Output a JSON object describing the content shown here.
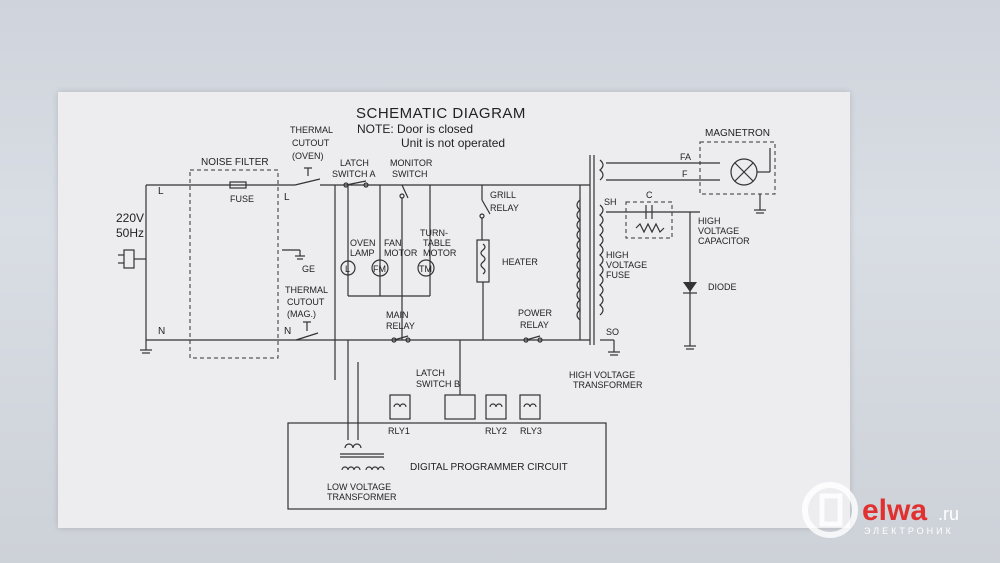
{
  "title": "SCHEMATIC  DIAGRAM",
  "note_line1": "NOTE: Door is closed",
  "note_line2": "Unit is not operated",
  "supply": {
    "voltage": "220V",
    "frequency": "50Hz",
    "line": "L",
    "neutral": "N"
  },
  "noise_filter": {
    "label": "NOISE FILTER",
    "fuse": "FUSE",
    "ground": "GE",
    "out_l": "L",
    "out_n": "N"
  },
  "thermal_cutout_oven": [
    "THERMAL",
    "CUTOUT",
    "(OVEN)"
  ],
  "thermal_cutout_mag": [
    "THERMAL",
    "CUTOUT",
    "(MAG.)"
  ],
  "latch_switch_a": [
    "LATCH",
    "SWITCH A"
  ],
  "monitor_switch": [
    "MONITOR",
    "SWITCH"
  ],
  "oven_lamp": {
    "label": [
      "OVEN",
      "LAMP"
    ],
    "symbol": "L"
  },
  "fan_motor": {
    "label": [
      "FAN",
      "MOTOR"
    ],
    "symbol": "FM"
  },
  "turntable_motor": {
    "label": [
      "TURN-",
      "TABLE",
      "MOTOR"
    ],
    "symbol": "TM"
  },
  "grill_relay": [
    "GRILL",
    "RELAY"
  ],
  "heater": "HEATER",
  "main_relay": [
    "MAIN",
    "RELAY"
  ],
  "power_relay": [
    "POWER",
    "RELAY"
  ],
  "latch_switch_b": [
    "LATCH",
    "SWITCH B"
  ],
  "relays": [
    "RLY1",
    "RLY2",
    "RLY3"
  ],
  "low_voltage_transformer": [
    "LOW VOLTAGE",
    "TRANSFORMER"
  ],
  "digital_programmer": "DIGITAL PROGRAMMER CIRCUIT",
  "hv_transformer": [
    "HIGH VOLTAGE",
    "TRANSFORMER"
  ],
  "hv_taps": {
    "sh": "SH",
    "so": "SO"
  },
  "hv_fuse": [
    "HIGH",
    "VOLTAGE",
    "FUSE"
  ],
  "capacitor": {
    "label": [
      "HIGH",
      "VOLTAGE",
      "CAPACITOR"
    ],
    "symbol": "C"
  },
  "diode": "DIODE",
  "magnetron": {
    "label": "MAGNETRON",
    "fa": "FA",
    "f": "F"
  },
  "watermark": {
    "brand": "elwa",
    "domain": ".ru",
    "subtitle": "ЭЛЕКТРОНИК",
    "color": "#e03030"
  }
}
